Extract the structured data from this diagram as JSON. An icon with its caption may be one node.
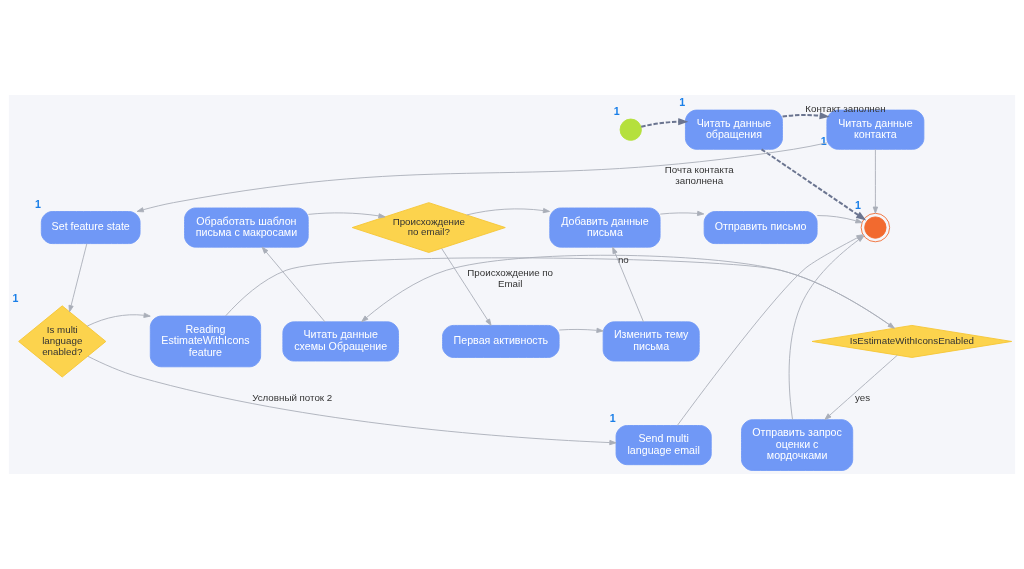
{
  "diagram": {
    "nodes": [
      {
        "text": [],
        "shape": "circle",
        "beside": [
          "1"
        ]
      },
      {
        "text": [
          "Читать данные обращения"
        ],
        "beside": [
          "1"
        ]
      },
      {
        "text": [
          "Читать данные контакта"
        ],
        "beside": [
          "1"
        ]
      },
      {
        "text": [
          "Set feature state"
        ],
        "beside": [
          "1"
        ]
      },
      {
        "text": [
          "Is multi language enabled?"
        ],
        "beside": [
          "1"
        ]
      },
      {
        "text": [
          "Reading EstimateWithIcons feature"
        ]
      },
      {
        "text": [
          "IsEstimateWithIconsEnabled"
        ]
      },
      {
        "text": [
          "Отправить запрос оценки с мордочками"
        ]
      },
      {
        "text": [
          "Читать данные схемы Обращение"
        ]
      },
      {
        "text": [
          "Обработать шаблон письма с макросами"
        ]
      },
      {
        "text": [
          "Происхождение по email?"
        ]
      },
      {
        "text": [
          "Первая активность"
        ]
      },
      {
        "text": [
          "Изменить тему письма"
        ]
      },
      {
        "text": [
          "Добавить данные письма"
        ]
      },
      {
        "text": [
          "Отправить письмо"
        ]
      },
      {
        "text": [],
        "shape": "circle",
        "beside": [
          "1"
        ]
      },
      {
        "text": [
          "Send multi language email"
        ],
        "beside": [
          "1"
        ]
      }
    ],
    "edges": [
      {
        "from": 0,
        "to": 1,
        "arrow": "to",
        "style": "dashed",
        "color": "#6b7590"
      },
      {
        "from": 1,
        "to": 2,
        "arrow": "to",
        "label": "Контакт заполнен",
        "style": "dashed",
        "color": "#6b7590"
      },
      {
        "from": 1,
        "to": 15,
        "arrow": "to",
        "style": "dashed",
        "color": "#6b7590"
      },
      {
        "from": 2,
        "to": 15,
        "arrow": "to"
      },
      {
        "from": 2,
        "to": 3,
        "arrow": "to",
        "label": "Почта контакта заполнена"
      },
      {
        "from": 3,
        "to": 4,
        "arrow": "to"
      },
      {
        "from": 4,
        "to": 5,
        "arrow": "to"
      },
      {
        "from": 4,
        "to": 16,
        "arrow": "to",
        "label": "Условный поток 2"
      },
      {
        "from": 5,
        "to": 6,
        "arrow": "to"
      },
      {
        "from": 6,
        "to": 7,
        "arrow": "to",
        "label": "yes"
      },
      {
        "from": 6,
        "to": 8,
        "arrow": "to",
        "label": "no"
      },
      {
        "from": 7,
        "to": 15,
        "arrow": "to"
      },
      {
        "from": 8,
        "to": 9,
        "arrow": "to"
      },
      {
        "from": 9,
        "to": 10,
        "arrow": "to"
      },
      {
        "from": 10,
        "to": 11,
        "arrow": "to",
        "label": "Происхождение по Email"
      },
      {
        "from": 10,
        "to": 13,
        "arrow": "to"
      },
      {
        "from": 11,
        "to": 12,
        "arrow": "to"
      },
      {
        "from": 12,
        "to": 13,
        "arrow": "to"
      },
      {
        "from": 13,
        "to": 14,
        "arrow": "to"
      },
      {
        "from": 14,
        "to": 15,
        "arrow": "to"
      },
      {
        "from": 16,
        "to": 15,
        "arrow": "to"
      }
    ]
  }
}
